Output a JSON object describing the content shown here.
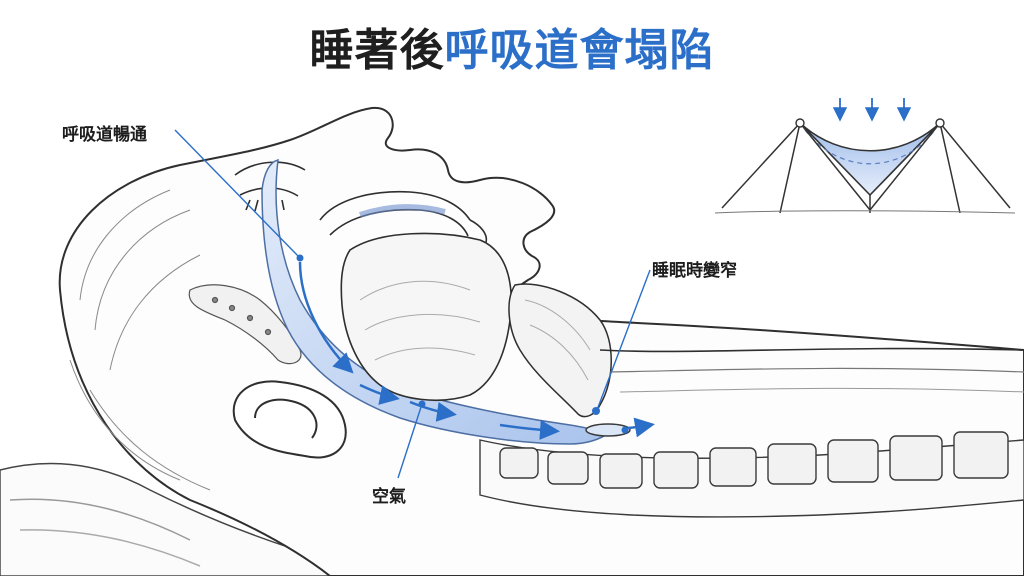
{
  "title": {
    "part1": "睡著後",
    "part2": "呼吸道會塌陷"
  },
  "labels": {
    "airway_open": "呼吸道暢通",
    "narrows_in_sleep": "睡眠時變窄",
    "air": "空氣"
  },
  "colors": {
    "accent": "#2b6fc9",
    "airway_fill": "#c9d9f2",
    "line": "#3a3a3a"
  }
}
